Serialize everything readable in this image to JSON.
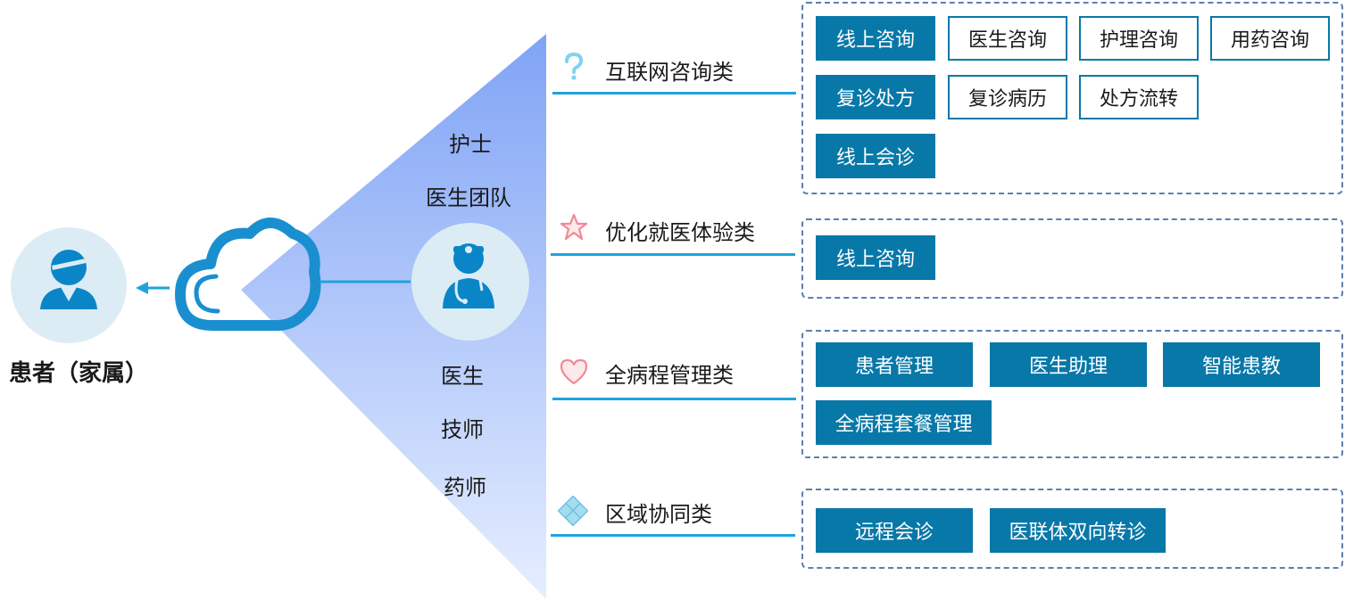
{
  "patient": {
    "label": "患者（家属）",
    "icon": "patient-avatar-icon"
  },
  "cloud": {
    "icon": "cloud-icon"
  },
  "doctor": {
    "icon": "doctor-avatar-icon"
  },
  "roles_top": [
    "护士",
    "医生团队"
  ],
  "roles_bottom": [
    "医生",
    "技师",
    "药师"
  ],
  "colors": {
    "tag_fill": "#0878a8",
    "cloud": "#1a8fd0",
    "line": "#1fa3dc",
    "panel_border": "#5c7fb0",
    "fan_top": "#7fa3f5",
    "fan_bottom": "#e6eeff",
    "avatar_bg": "#dcecf5"
  },
  "categories": [
    {
      "title": "互联网咨询类",
      "icon": "question-mark-icon",
      "tags": [
        {
          "label": "线上咨询",
          "style": "filled"
        },
        {
          "label": "医生咨询",
          "style": "outline"
        },
        {
          "label": "护理咨询",
          "style": "outline"
        },
        {
          "label": "用药咨询",
          "style": "outline"
        },
        {
          "label": "复诊处方",
          "style": "filled"
        },
        {
          "label": "复诊病历",
          "style": "outline"
        },
        {
          "label": "处方流转",
          "style": "outline"
        },
        {
          "label": "线上会诊",
          "style": "filled"
        }
      ]
    },
    {
      "title": "优化就医体验类",
      "icon": "star-icon",
      "tags": [
        {
          "label": "线上咨询",
          "style": "filled"
        }
      ]
    },
    {
      "title": "全病程管理类",
      "icon": "heart-icon",
      "tags": [
        {
          "label": "患者管理",
          "style": "filled"
        },
        {
          "label": "医生助理",
          "style": "filled"
        },
        {
          "label": "智能患教",
          "style": "filled"
        },
        {
          "label": "全病程套餐管理",
          "style": "filled"
        }
      ]
    },
    {
      "title": "区域协同类",
      "icon": "puzzle-icon",
      "tags": [
        {
          "label": "远程会诊",
          "style": "filled"
        },
        {
          "label": "医联体双向转诊",
          "style": "filled"
        }
      ]
    }
  ]
}
